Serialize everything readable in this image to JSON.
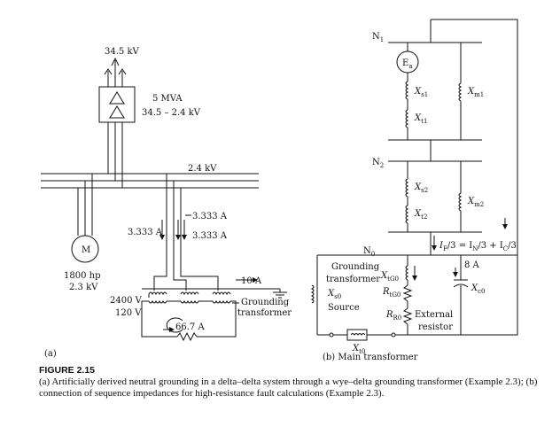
{
  "panel_a": {
    "label": "(a)",
    "supply_voltage": "34.5 kV",
    "transformer_rating": "5 MVA",
    "transformer_ratio": "34.5 – 2.4 kV",
    "bus_voltage": "2.4 kV",
    "current_left": "3.333 A",
    "current_right_top": "3.333 A",
    "current_right_bottom": "3.333 A",
    "motor_symbol": "M",
    "motor_rating": "1800 hp",
    "motor_voltage": "2.3 kV",
    "ground_current": "10 A",
    "grounding_transformer_line1": "Grounding",
    "grounding_transformer_line2": "transformer",
    "primary_voltage": "2400 V",
    "secondary_voltage": "120 V",
    "resistor_current": "66.7 A"
  },
  "panel_b": {
    "label": "(b) Main transformer",
    "node_n1": "N",
    "node_n1_sub": "1",
    "node_n2": "N",
    "node_n2_sub": "2",
    "node_n0": "N",
    "node_n0_sub": "0",
    "source_emf": "E",
    "source_emf_sub": "a",
    "xs1": "X",
    "xs1_sub": "s1",
    "xt1": "X",
    "xt1_sub": "t1",
    "xm1": "X",
    "xm1_sub": "m1",
    "xs2": "X",
    "xs2_sub": "s2",
    "xt2": "X",
    "xt2_sub": "t2",
    "xm2": "X",
    "xm2_sub": "m2",
    "fault_current": "I",
    "fault_current_sub": "F",
    "fault_eq_rest": "/3 = I",
    "fault_eq_sub_n": "N",
    "fault_eq_mid": "/3 + I",
    "fault_eq_sub_c": "C",
    "fault_eq_end": "/3",
    "grounding_line1": "Grounding",
    "grounding_line2": "transformer",
    "xtg0": "X",
    "xtg0_sub": "tG0",
    "rtg0": "R",
    "rtg0_sub": "tG0",
    "xs0": "X",
    "xs0_sub": "s0",
    "source_label": "Source",
    "rr0": "R",
    "rr0_sub": "R0",
    "external_line1": "External",
    "external_line2": "resistor",
    "xt0": "X",
    "xt0_sub": "t0",
    "cap_current": "8 A",
    "xc0": "X",
    "xc0_sub": "c0"
  },
  "caption": {
    "label": "FIGURE 2.15",
    "text": "(a) Artificially derived neutral grounding in a delta–delta system through a wye–delta grounding transformer (Example 2.3); (b) connection of sequence impedances for high-resistance fault calculations (Example 2.3)."
  }
}
